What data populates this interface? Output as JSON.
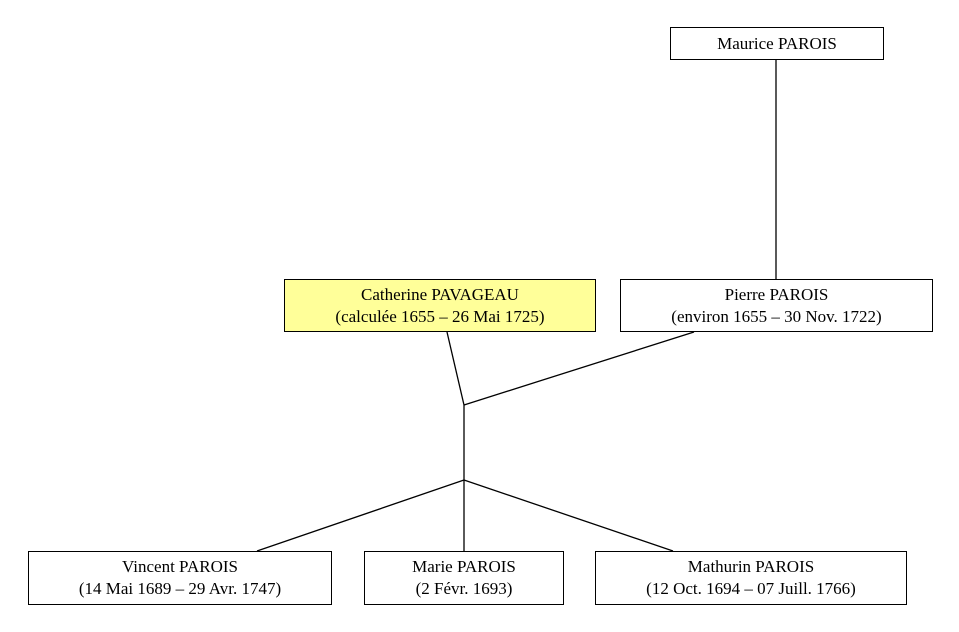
{
  "colors": {
    "highlight": "#ffff99",
    "border": "#000000",
    "background": "#ffffff"
  },
  "people": {
    "maurice": {
      "name": "Maurice PAROIS"
    },
    "catherine": {
      "name": "Catherine PAVAGEAU",
      "dates": "(calculée 1655 – 26 Mai 1725)"
    },
    "pierre": {
      "name": "Pierre PAROIS",
      "dates": "(environ 1655 – 30 Nov. 1722)"
    },
    "vincent": {
      "name": "Vincent PAROIS",
      "dates": "(14 Mai 1689 – 29 Avr. 1747)"
    },
    "marie": {
      "name": "Marie PAROIS",
      "dates": "(2 Févr. 1693)"
    },
    "mathurin": {
      "name": "Mathurin PAROIS",
      "dates": "(12 Oct. 1694 – 07 Juill. 1766)"
    }
  }
}
